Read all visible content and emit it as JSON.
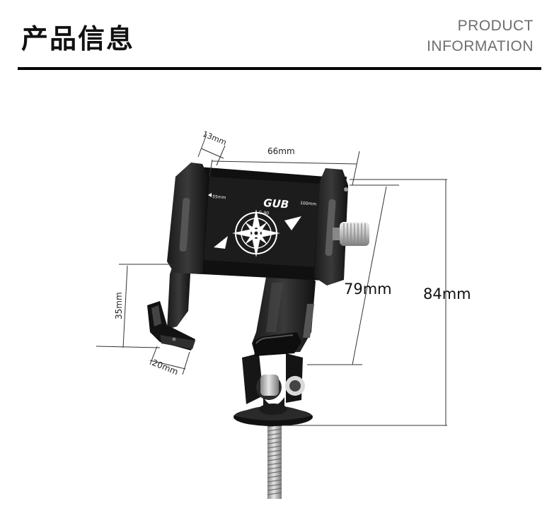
{
  "header": {
    "title": "产品信息",
    "subtitle_line1": "PRODUCT",
    "subtitle_line2": "INFORMATION"
  },
  "product": {
    "brand": "GUB",
    "model": "G-90",
    "scale_min": "55mm",
    "scale_max": "100mm"
  },
  "dimensions": {
    "depth": "13mm",
    "width": "66mm",
    "arm_height": "35mm",
    "arm_depth": "20mm",
    "clamp_height": "79mm",
    "total_height": "84mm"
  },
  "colors": {
    "accent": "#000000",
    "text_gray": "#6e6e6e",
    "dimension_line": "#333333"
  }
}
